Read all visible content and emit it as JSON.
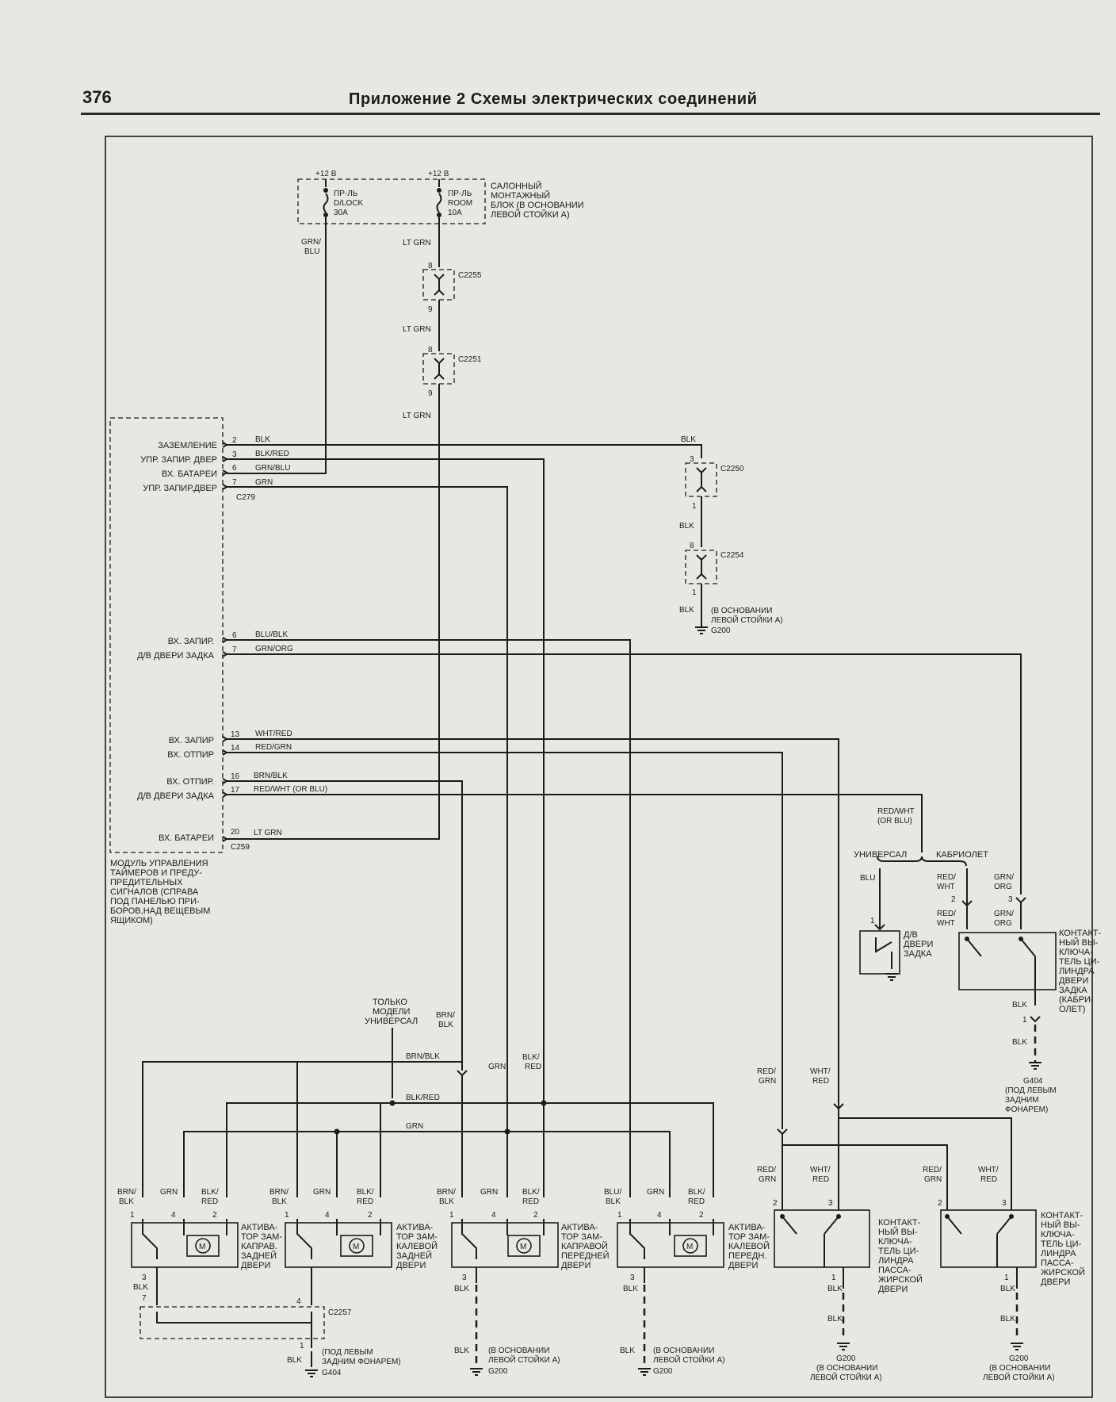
{
  "page": {
    "number": "376",
    "title": "Приложение 2 Схемы электрических соединений"
  },
  "fuse_block": {
    "supply_left": "+12 В",
    "supply_right": "+12 В",
    "fuse1": [
      "ПР-ЛЬ",
      "D/LOCK",
      "30A"
    ],
    "fuse2": [
      "ПР-ЛЬ",
      "ROOM",
      "10A"
    ],
    "block_label": [
      "САЛОННЫЙ",
      "МОНТАЖНЫЙ",
      "БЛОК (В ОСНОВАНИИ",
      "ЛЕВОЙ СТОЙКИ А)"
    ]
  },
  "wires": {
    "grn_blu": [
      "GRN/",
      "BLU"
    ],
    "lt_grn": "LT GRN",
    "blk": "BLK",
    "blk_red": "BLK/RED",
    "grn_blu_h": "GRN/BLU",
    "grn": "GRN",
    "blu_blk": "BLU/BLK",
    "grn_org": "GRN/ORG",
    "wht_red": "WHT/RED",
    "red_grn": "RED/GRN",
    "brn_blk": "BRN/BLK",
    "red_wht_or_blu": "RED/WHT (OR BLU)",
    "red_wht_or_blu_v": [
      "RED/WHT",
      "(OR BLU)"
    ],
    "blu": "BLU",
    "red_wht_v": [
      "RED/",
      "WHT"
    ],
    "grn_org_v": [
      "GRN/",
      "ORG"
    ],
    "brn_blk_v": [
      "BRN/",
      "BLK"
    ],
    "blk_red_v": [
      "BLK/",
      "RED"
    ],
    "red_grn_v": [
      "RED/",
      "GRN"
    ],
    "wht_red_v": [
      "WHT/",
      "RED"
    ],
    "blu_blk_v": [
      "BLU/",
      "BLK"
    ],
    "red_wht_h": "RED/WHT"
  },
  "connectors": {
    "c2255": "C2255",
    "c2251": "C2251",
    "c2250": "C2250",
    "c2254": "C2254",
    "c279": "C279",
    "c259": "C259",
    "c2257": "C2257"
  },
  "pins": {
    "p8": "8",
    "p9": "9",
    "p3": "3",
    "p1": "1",
    "p2": "2",
    "p4": "4",
    "p6": "6",
    "p7": "7",
    "p13": "13",
    "p14": "14",
    "p16": "16",
    "p17": "17",
    "p20": "20"
  },
  "module": {
    "inputs": [
      "ЗАЗЕМЛЕНИЕ",
      "УПР. ЗАПИР. ДВЕР",
      "ВХ. БАТАРЕИ",
      "УПР. ЗАПИР.ДВЕР",
      "ВХ. ЗАПИР.",
      "Д/В ДВЕРИ ЗАДКА",
      "ВХ. ЗАПИР",
      "ВХ. ОТПИР",
      "ВХ. ОТПИР.",
      "Д/В ДВЕРИ ЗАДКА",
      "ВХ. БАТАРЕИ"
    ],
    "label": [
      "МОДУЛЬ УПРАВЛЕНИЯ",
      "ТАЙМЕРОВ И ПРЕДУ-",
      "ПРЕДИТЕЛЬНЫХ",
      "СИГНАЛОВ (СПРАВА",
      "ПОД ПАНЕЛЬЮ ПРИ-",
      "БОРОВ,НАД ВЕЩЕВЫМ",
      "ЯЩИКОМ)"
    ]
  },
  "grounds": {
    "g200_pillar": [
      "(В ОСНОВАНИИ",
      "ЛЕВОЙ СТОЙКИ А)"
    ],
    "g200": "G200",
    "g404": "G404",
    "g404_note": [
      "(ПОД ЛЕВЫМ",
      "ЗАДНИМ ФОНАРЕМ)"
    ],
    "g404_note_r": [
      "(ПОД ЛЕВЫМ",
      "ЗАДНИМ",
      "ФОНАРЕМ)"
    ],
    "g200_bottom": [
      "(В ОСНОВАНИИ",
      "ЛЕВОЙ СТОЙКИ А)"
    ],
    "g200_bottom2": [
      "(В ОСНОВАНИИ",
      "ЛЕВОЙ СТОЙКИ А)"
    ]
  },
  "variants": {
    "universal": "УНИВЕРСАЛ",
    "cabrio": "КАБРИОЛЕТ",
    "only_universal": [
      "ТОЛЬКО",
      "МОДЕЛИ",
      "УНИВЕРСАЛ"
    ]
  },
  "components": {
    "tailgate_sw": [
      "Д/В",
      "ДВЕРИ",
      "ЗАДКА"
    ],
    "tailgate_cyl": [
      "КОНТАКТ-",
      "НЫЙ ВЫ-",
      "КЛЮЧА-",
      "ТЕЛЬ ЦИ-",
      "ЛИНДРА",
      "ДВЕРИ",
      "ЗАДКА",
      "(КАБРИ-",
      "ОЛЕТ)"
    ],
    "act_rr": [
      "АКТИВА-",
      "ТОР ЗАМ-",
      "КАПРАВ.",
      "ЗАДНЕЙ",
      "ДВЕРИ"
    ],
    "act_rl": [
      "АКТИВА-",
      "ТОР ЗАМ-",
      "КАЛЕВОЙ",
      "ЗАДНЕЙ",
      "ДВЕРИ"
    ],
    "act_fr": [
      "АКТИВА-",
      "ТОР ЗАМ-",
      "КАПРАВОЙ",
      "ПЕРЕДНЕЙ",
      "ДВЕРИ"
    ],
    "act_fl": [
      "АКТИВА-",
      "ТОР ЗАМ-",
      "КАЛЕВОЙ",
      "ПЕРЕДН.",
      "ДВЕРИ"
    ],
    "cyl_pass1": [
      "КОНТАКТ-",
      "НЫЙ ВЫ-",
      "КЛЮЧА-",
      "ТЕЛЬ ЦИ-",
      "ЛИНДРА",
      "ПАССА-",
      "ЖИРСКОЙ",
      "ДВЕРИ"
    ],
    "cyl_pass2": [
      "КОНТАКТ-",
      "НЫЙ ВЫ-",
      "КЛЮЧА-",
      "ТЕЛЬ ЦИ-",
      "ЛИНДРА",
      "ПАССА-",
      "ЖИРСКОЙ",
      "ДВЕРИ"
    ],
    "motor": "M"
  }
}
